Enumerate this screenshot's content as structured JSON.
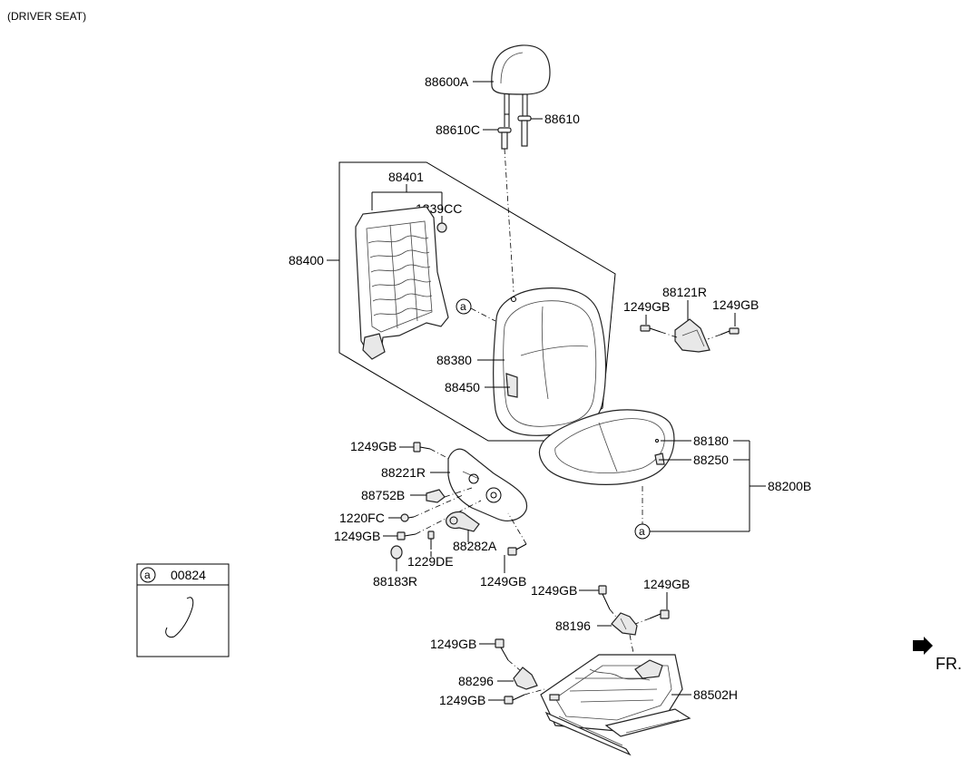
{
  "header": {
    "title": "(DRIVER SEAT)"
  },
  "orientation": {
    "label": "FR."
  },
  "callout_letter": "a",
  "legend": {
    "letter": "a",
    "part_no": "00824"
  },
  "labels": {
    "p88600A": "88600A",
    "p88610C": "88610C",
    "p88610": "88610",
    "p88401": "88401",
    "p1339CC": "1339CC",
    "p88400": "88400",
    "p88121R": "88121R",
    "p1249GB_r1": "1249GB",
    "p1249GB_r2": "1249GB",
    "p88380": "88380",
    "p88450": "88450",
    "p88180": "88180",
    "p88250": "88250",
    "p88200B": "88200B",
    "p1249GB_a": "1249GB",
    "p88221R": "88221R",
    "p88752B": "88752B",
    "p1220FC": "1220FC",
    "p1249GB_b": "1249GB",
    "p1229DE": "1229DE",
    "p88282A": "88282A",
    "p88183R": "88183R",
    "p1249GB_c": "1249GB",
    "p1249GB_d": "1249GB",
    "p1249GB_e": "1249GB",
    "p88196": "88196",
    "p1249GB_f": "1249GB",
    "p88296": "88296",
    "p1249GB_g": "1249GB",
    "p88502H": "88502H"
  }
}
